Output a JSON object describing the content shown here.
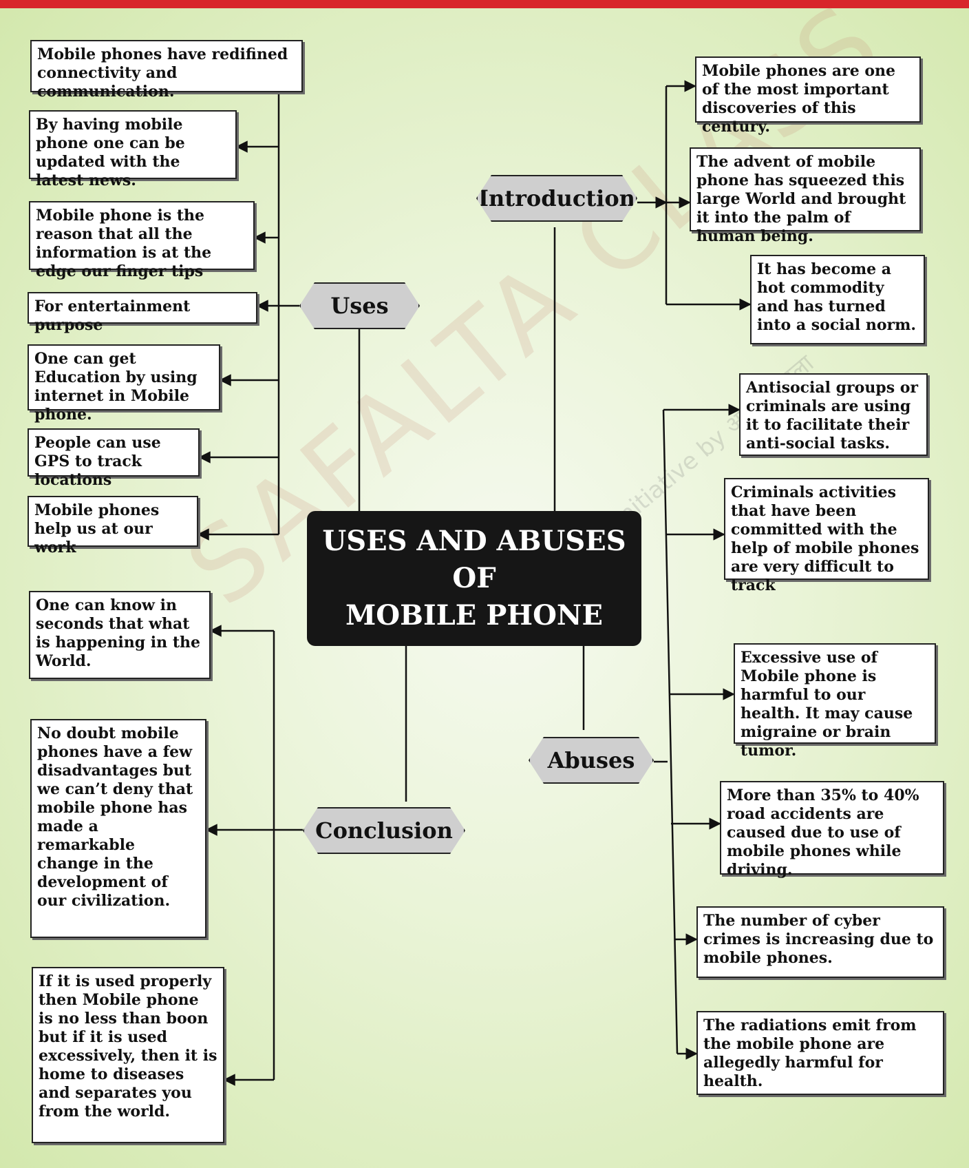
{
  "title": {
    "line1": "USES AND ABUSES",
    "line2": "OF",
    "line3": "MOBILE PHONE"
  },
  "watermark": {
    "brand": "SAFALTA CLASS",
    "tagline": "Initiative by अमर उजाला"
  },
  "colors": {
    "top_bar": "#d8262b",
    "heading_fill": "#cfcfcf",
    "center_fill": "#161616",
    "background": "#e4f0cc"
  },
  "sections": {
    "uses": {
      "heading": "Uses",
      "items": [
        "Mobile phones have redifined connectivity and communication.",
        "By having mobile phone one can be updated with the latest news.",
        "Mobile phone is the reason that all the information is at the edge our finger tips",
        "For entertainment purpose",
        "One can get Education by using internet in Mobile phone.",
        "People can use GPS to track locations",
        "Mobile phones help us at our work"
      ]
    },
    "introduction": {
      "heading": "Introduction",
      "items": [
        "Mobile phones are one of the most important discoveries of this century.",
        "The advent of mobile phone has squeezed this large World and brought it into the palm of human being.",
        "It has become a hot commodity and has turned into a social norm."
      ]
    },
    "abuses": {
      "heading": "Abuses",
      "items": [
        "Antisocial groups or criminals are using it to facilitate their anti-social tasks.",
        "Criminals activities that have been committed with the help of mobile phones are very difficult to track",
        "Excessive use of Mobile phone is harmful to our health. It may cause migraine or brain tumor.",
        "More than 35% to 40% road accidents are caused due to use of mobile phones while driving.",
        "The number of cyber crimes is increasing due to mobile phones.",
        "The radiations emit from the mobile phone are allegedly harmful for health."
      ]
    },
    "conclusion": {
      "heading": "Conclusion",
      "items": [
        "One can know in seconds that what is happening in the World.",
        "No doubt mobile phones have a few disadvantages but we can’t deny that mobile phone has made a remarkable change in the development of our civilization.",
        "If it is used properly then Mobile phone is no less than boon but if it is used excessively, then it is home to diseases and separates you from the world."
      ]
    }
  }
}
